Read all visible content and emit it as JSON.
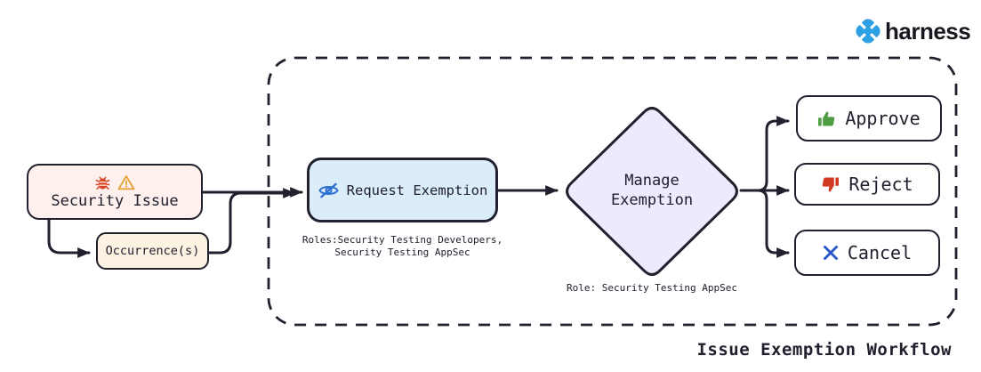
{
  "logo": {
    "brand": "harness"
  },
  "workflow_label": "Issue Exemption Workflow",
  "nodes": {
    "security_issue": {
      "label": "Security Issue"
    },
    "occurrences": {
      "label": "Occurrence(s)"
    },
    "request_exemption": {
      "label": "Request Exemption",
      "roles_line1": "Roles:Security Testing Developers,",
      "roles_line2": "Security Testing AppSec"
    },
    "manage_exemption": {
      "label_line1": "Manage",
      "label_line2": "Exemption",
      "role_note": "Role: Security Testing AppSec"
    },
    "approve": {
      "label": "Approve"
    },
    "reject": {
      "label": "Reject"
    },
    "cancel": {
      "label": "Cancel"
    }
  },
  "icons": {
    "security_issue": [
      "bug-icon",
      "warning-icon"
    ],
    "request_exemption": "eye-slash-icon",
    "approve": "thumbs-up-icon",
    "reject": "thumbs-down-icon",
    "cancel": "x-icon",
    "brand": "harness-logo-icon"
  },
  "colors": {
    "stroke": "#20202e",
    "security_issue_fill": "#fdf0ed",
    "occurrences_fill": "#fbf2e2",
    "request_exemption_fill": "#dcedfa",
    "manage_exemption_fill": "#eceafd",
    "action_fill": "#ffffff",
    "bug": "#d94526",
    "warning": "#e8a33d",
    "eye_slash": "#2e6fd2",
    "approve_green": "#4f9d43",
    "reject_red": "#d13b22",
    "cancel_blue": "#2b59c9",
    "logo_blue": "#2e9fe0"
  }
}
